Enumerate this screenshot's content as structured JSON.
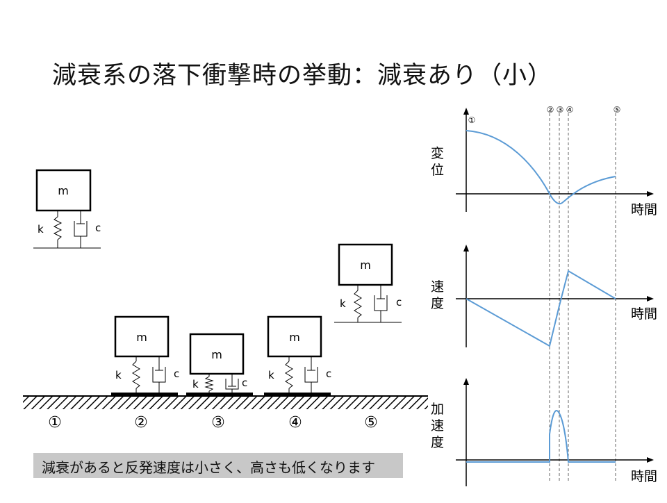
{
  "title": "減衰系の落下衝撃時の挙動：減衰あり（小）",
  "caption": "減衰があると反発速度は小さく、高さも低くなります",
  "labels": {
    "mass": "m",
    "spring": "k",
    "damper": "c"
  },
  "stages": [
    "①",
    "②",
    "③",
    "④",
    "⑤"
  ],
  "graphs": {
    "displacement": {
      "ylabel": "変位",
      "xlabel": "時間"
    },
    "velocity": {
      "ylabel": "速度",
      "xlabel": "時間"
    },
    "acceleration": {
      "ylabel": "加速度",
      "xlabel": "時間"
    }
  },
  "markers": {
    "m1": "①",
    "m2": "②",
    "m3": "③",
    "m4": "④",
    "m5": "⑤"
  },
  "colors": {
    "curve": "#5b9bd5",
    "line": "#000000",
    "caption_bg": "#c8c8c8"
  }
}
